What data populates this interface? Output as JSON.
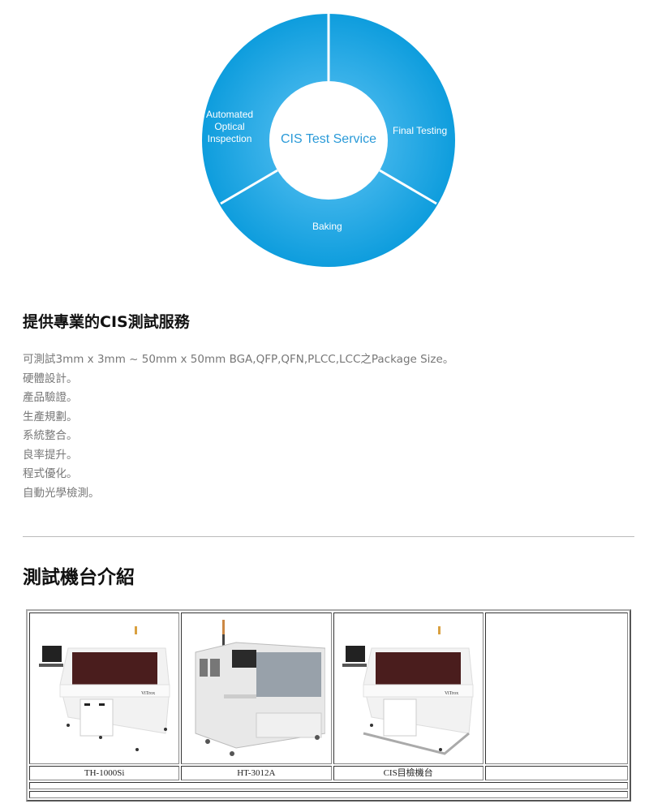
{
  "diagram": {
    "center_label": "CIS Test Service",
    "segments": [
      {
        "label": "Automated\nOptical\nInspection",
        "lines": [
          "Automated",
          "Optical",
          "Inspection"
        ]
      },
      {
        "label": "Final Testing"
      },
      {
        "label": "Baking"
      }
    ],
    "ring_color": "#16a1e0",
    "center_text_color": "#2a9ad8"
  },
  "services": {
    "title": "提供專業的CIS測試服務",
    "items": [
      "可測試3mm x 3mm ~ 50mm x 50mm BGA,QFP,QFN,PLCC,LCC之Package Size。",
      "硬體設計。",
      "產品驗證。",
      "生產規劃。",
      "系統整合。",
      "良率提升。",
      "程式優化。",
      "自動光學檢測。"
    ]
  },
  "machines": {
    "title": "測試機台介紹",
    "items": [
      {
        "name": "TH-1000Si",
        "image": "ViTrox test handler machine"
      },
      {
        "name": "HT-3012A",
        "image": "test handler machine"
      },
      {
        "name": "CIS目檢機台",
        "image": "ViTrox visual inspection machine"
      },
      {
        "name": "",
        "image": ""
      }
    ]
  }
}
